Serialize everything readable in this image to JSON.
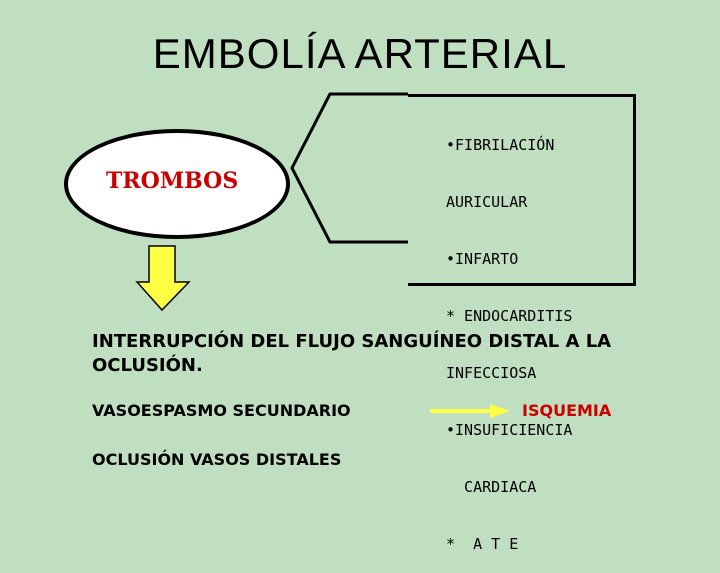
{
  "title": "EMBOLÍA  ARTERIAL",
  "node_trombos": "TROMBOS",
  "causes": [
    "•FIBRILACIÓN",
    "AURICULAR",
    "•INFARTO",
    "* ENDOCARDITIS",
    "INFECCIOSA",
    "•INSUFICIENCIA",
    "  CARDIACA",
    "*  A T E"
  ],
  "consequence": "INTERRUPCIÓN DEL FLUJO SANGUÍNEO DISTAL  A LA OCLUSIÓN.",
  "mechanism_1": "VASOESPASMO SECUNDARIO",
  "result_1": "ISQUEMIA",
  "mechanism_2": "OCLUSIÓN VASOS DISTALES",
  "colors": {
    "background": "#c0dfc0",
    "highlight_text": "#cc0000",
    "arrow_fill": "#ffff44",
    "node_fill": "#ffffff"
  }
}
